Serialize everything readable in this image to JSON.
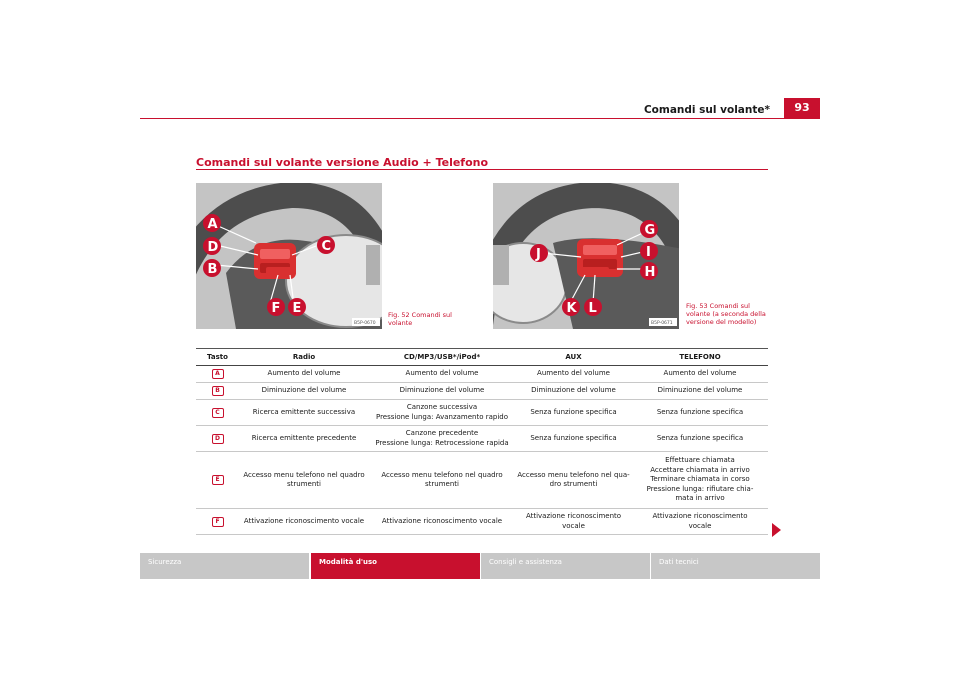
{
  "header": {
    "title": "Comandi sul volante*",
    "page_number": "93"
  },
  "section": {
    "title": "Comandi sul volante versione Audio + Telefono"
  },
  "figures": [
    {
      "code": "B5P-0670",
      "caption_lines": [
        "Fig. 52   Comandi sul",
        "volante"
      ],
      "labels": [
        "A",
        "D",
        "B",
        "C",
        "F",
        "E"
      ]
    },
    {
      "code": "B5P-0671",
      "caption_lines": [
        "Fig. 53   Comandi sul",
        "volante (a seconda della",
        "versione del modello)"
      ],
      "labels": [
        "G",
        "J",
        "I",
        "H",
        "K",
        "L"
      ]
    }
  ],
  "table": {
    "headers": [
      "Tasto",
      "Radio",
      "CD/MP3/USB*/iPod*",
      "AUX",
      "TELEFONO"
    ],
    "rows": [
      {
        "key": "A",
        "cells": [
          [
            "Aumento del volume"
          ],
          [
            "Aumento del volume"
          ],
          [
            "Aumento del volume"
          ],
          [
            "Aumento del volume"
          ]
        ]
      },
      {
        "key": "B",
        "cells": [
          [
            "Diminuzione del volume"
          ],
          [
            "Diminuzione del volume"
          ],
          [
            "Diminuzione del volume"
          ],
          [
            "Diminuzione del volume"
          ]
        ]
      },
      {
        "key": "C",
        "cells": [
          [
            "Ricerca emittente successiva"
          ],
          [
            "Canzone successiva",
            "Pressione lunga: Avanzamento rapido"
          ],
          [
            "Senza funzione specifica"
          ],
          [
            "Senza funzione specifica"
          ]
        ]
      },
      {
        "key": "D",
        "cells": [
          [
            "Ricerca emittente precedente"
          ],
          [
            "Canzone precedente",
            "Pressione lunga: Retrocessione rapida"
          ],
          [
            "Senza funzione specifica"
          ],
          [
            "Senza funzione specifica"
          ]
        ]
      },
      {
        "key": "E",
        "cells": [
          [
            "Accesso menu telefono nel quadro",
            "strumenti"
          ],
          [
            "Accesso menu telefono nel quadro",
            "strumenti"
          ],
          [
            "Accesso menu telefono nel qua-",
            "dro strumenti"
          ],
          [
            "Effettuare chiamata",
            "Accettare chiamata in arrivo",
            "Terminare chiamata in corso",
            "Pressione lunga: rifiutare chia-",
            "mata in arrivo"
          ]
        ]
      },
      {
        "key": "F",
        "cells": [
          [
            "Attivazione riconoscimento vocale"
          ],
          [
            "Attivazione riconoscimento vocale"
          ],
          [
            "Attivazione riconoscimento",
            "vocale"
          ],
          [
            "Attivazione riconoscimento",
            "vocale"
          ]
        ]
      }
    ]
  },
  "footer": {
    "tabs": [
      {
        "label": "Sicurezza",
        "color": "#c7c7c7",
        "active": false
      },
      {
        "label": "Modalità d'uso",
        "color": "#c8102e",
        "active": true
      },
      {
        "label": "Consigli e assistenza",
        "color": "#c7c7c7",
        "active": false
      },
      {
        "label": "Dati tecnici",
        "color": "#c7c7c7",
        "active": false
      }
    ]
  },
  "colors": {
    "accent": "#c8102e",
    "tab_inactive": "#c7c7c7"
  }
}
